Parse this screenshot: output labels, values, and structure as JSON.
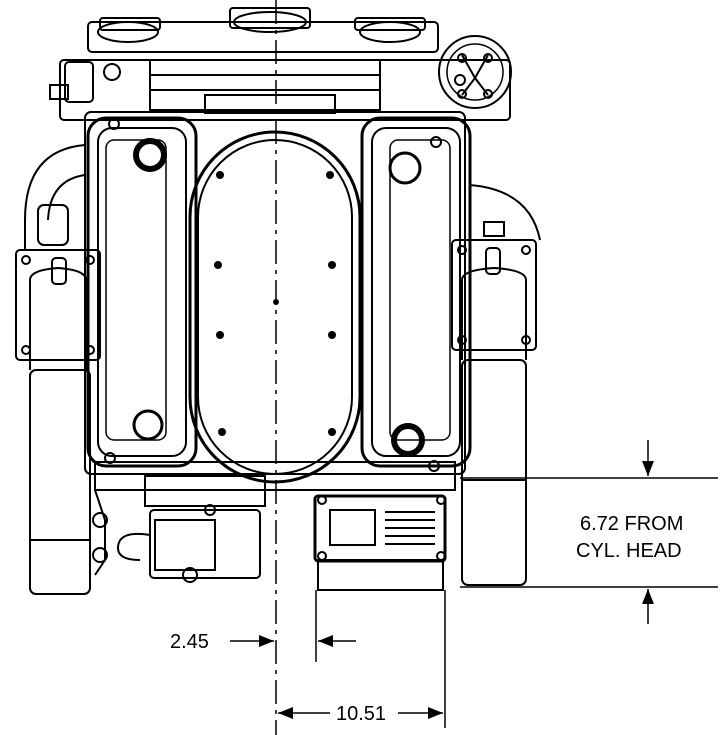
{
  "drawing": {
    "subject": "engine front view",
    "dimensions": {
      "height_label_line1": "6.72 FROM",
      "height_label_line2": "CYL. HEAD",
      "offset_label": "2.45",
      "width_label": "10.51"
    }
  },
  "colors": {
    "line": "#000000",
    "background": "#ffffff"
  }
}
